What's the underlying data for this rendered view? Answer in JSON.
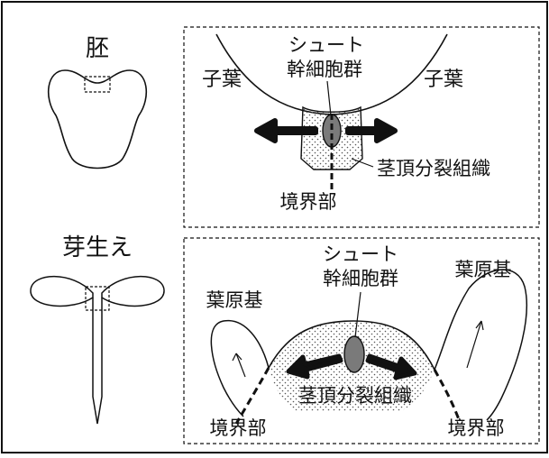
{
  "embryo_label": "胚",
  "seedling_label": "芽生え",
  "top_panel": {
    "shoot_stem_cells": [
      "シュート",
      "幹細胞群"
    ],
    "cotyledon_left": "子葉",
    "cotyledon_right": "子葉",
    "shoot_apical_meristem": "茎頂分裂組織",
    "boundary": "境界部"
  },
  "bottom_panel": {
    "shoot_stem_cells": [
      "シュート",
      "幹細胞群"
    ],
    "leaf_primordium_left": "葉原基",
    "leaf_primordium_right": "葉原基",
    "shoot_apical_meristem": "茎頂分裂組織",
    "boundary_left": "境界部",
    "boundary_right": "境界部"
  },
  "colors": {
    "line": "#111111",
    "stem_cell_fill": "#7a7a7a",
    "stipple": "#555555"
  }
}
